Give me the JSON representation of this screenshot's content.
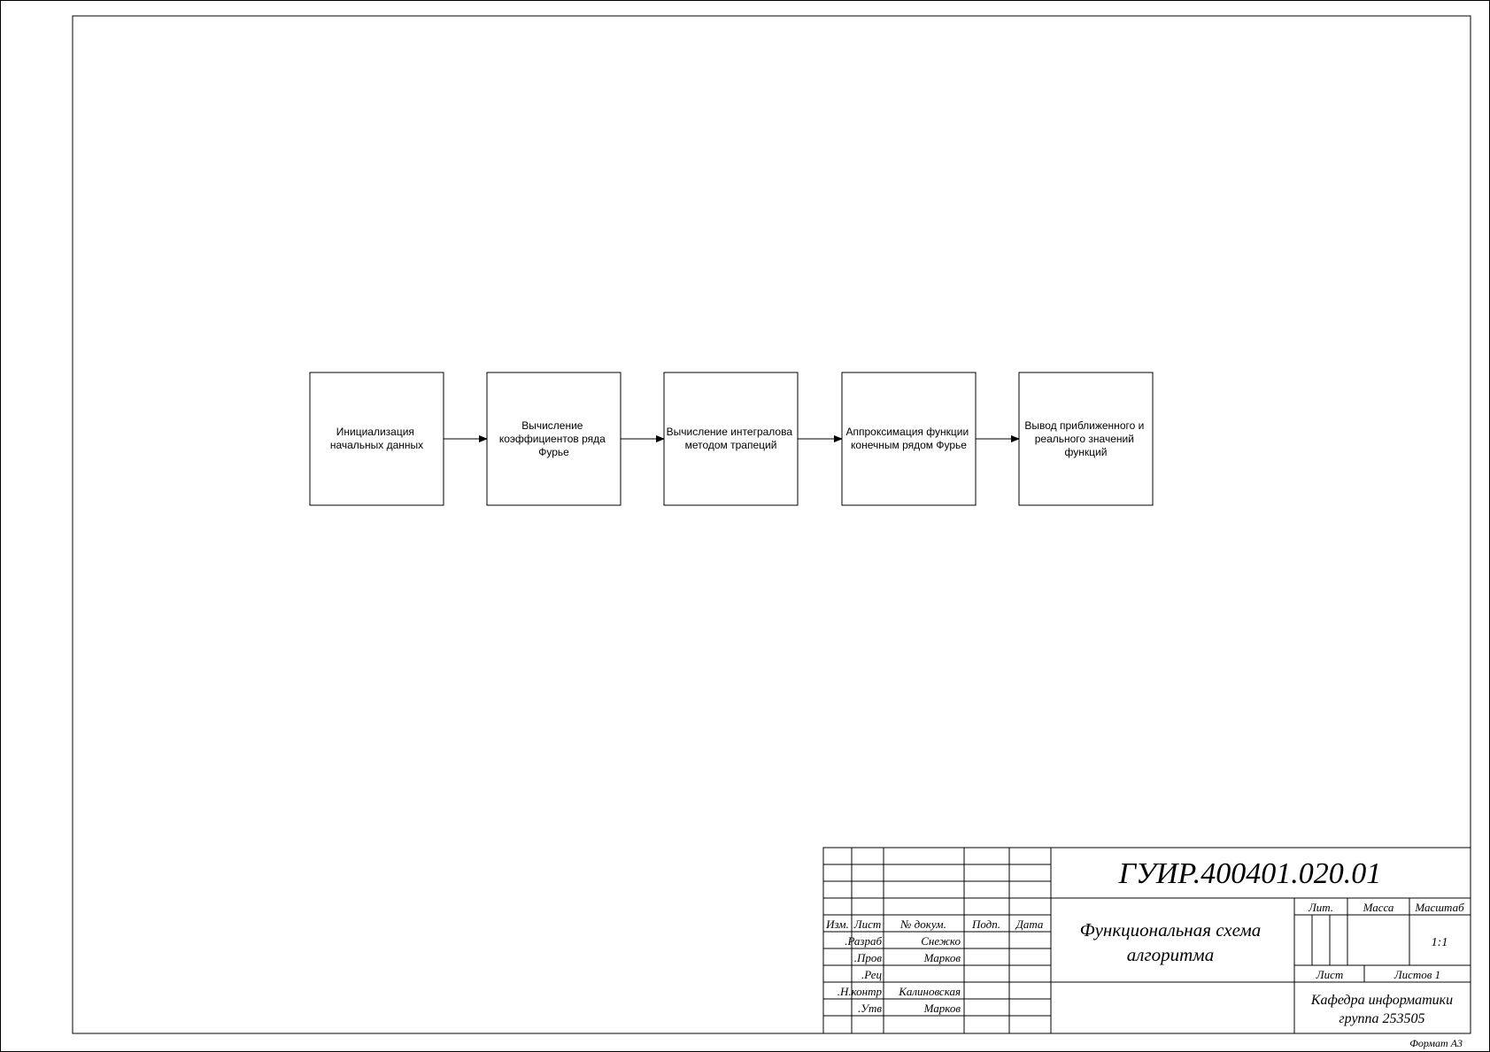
{
  "flow": {
    "blocks": [
      {
        "lines": [
          "Инициализация",
          "начальных данных"
        ]
      },
      {
        "lines": [
          "Вычисление",
          "коэффициентов ряда",
          "Фурье"
        ]
      },
      {
        "lines": [
          "Вычисление интегралова",
          "методом трапеций"
        ]
      },
      {
        "lines": [
          "Аппроксимация функции",
          "конечным рядом Фурье"
        ]
      },
      {
        "lines": [
          "Вывод приближенного и",
          "реального значений",
          "функций"
        ]
      }
    ]
  },
  "stamp": {
    "designation": "ГУИР.400401.020.01",
    "title_lines": [
      "Функциональная схема",
      "алгоритма"
    ],
    "headers": {
      "izm": "Изм.",
      "list": "Лист",
      "doc_no": "№ докум.",
      "sign": "Подп.",
      "date": "Дата"
    },
    "roles": {
      "developer": ".Разраб",
      "checker": ".Пров",
      "reviewer": ".Рец",
      "norm_control": ".Н.контр",
      "approver": ".Утв"
    },
    "people": {
      "developer": "Снежко",
      "checker": "Марков",
      "reviewer": "",
      "norm_control": "Калиновская",
      "approver": "Марков"
    },
    "lit_label": "Лит.",
    "mass_label": "Масса",
    "scale_label": "Масштаб",
    "scale_value": "1:1",
    "sheet_label": "Лист",
    "sheets_label": "Листов 1",
    "org_lines": [
      "Кафедра информатики",
      "группа 253505"
    ]
  },
  "format_label": "Формат А3"
}
